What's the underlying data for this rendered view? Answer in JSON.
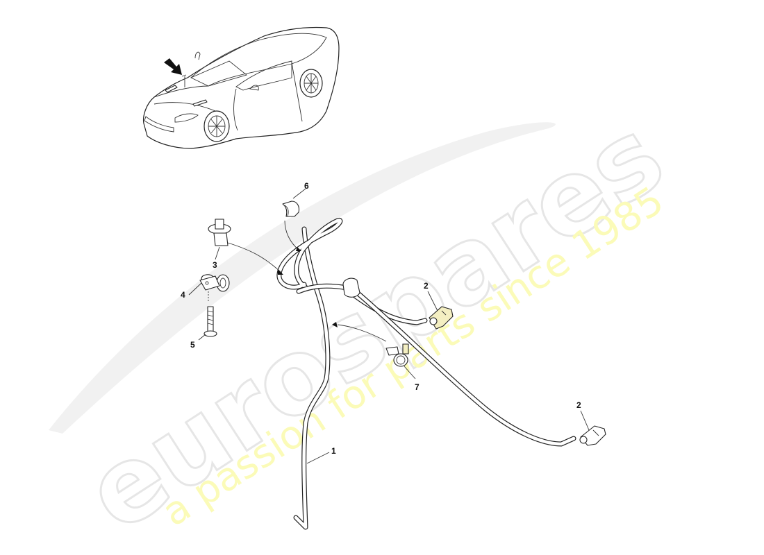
{
  "diagram": {
    "title": "",
    "type": "exploded parts diagram",
    "subject": "Windscreen washer hose assembly (bonnet / hood jets)",
    "locator_view": {
      "description": "car thumbnail with arrow pointing at bonnet washer jet location",
      "arrow_icon": "arrow-down-right-icon"
    },
    "callouts": [
      {
        "id": "1",
        "label": "1",
        "part": "washer hose"
      },
      {
        "id": "2a",
        "label": "2",
        "part": "washer jet (left)"
      },
      {
        "id": "2b",
        "label": "2",
        "part": "washer jet (right)"
      },
      {
        "id": "3",
        "label": "3",
        "part": "push-in clip"
      },
      {
        "id": "4",
        "label": "4",
        "part": "P-clip"
      },
      {
        "id": "5",
        "label": "5",
        "part": "screw"
      },
      {
        "id": "6",
        "label": "6",
        "part": "hose clip"
      },
      {
        "id": "7",
        "label": "7",
        "part": "hose clamp"
      }
    ]
  },
  "watermark": {
    "logo": "eurospares",
    "tagline": "a passion for parts since 1985",
    "logo_color": "#e6e6e6",
    "tagline_color": "#fbfbb8"
  }
}
